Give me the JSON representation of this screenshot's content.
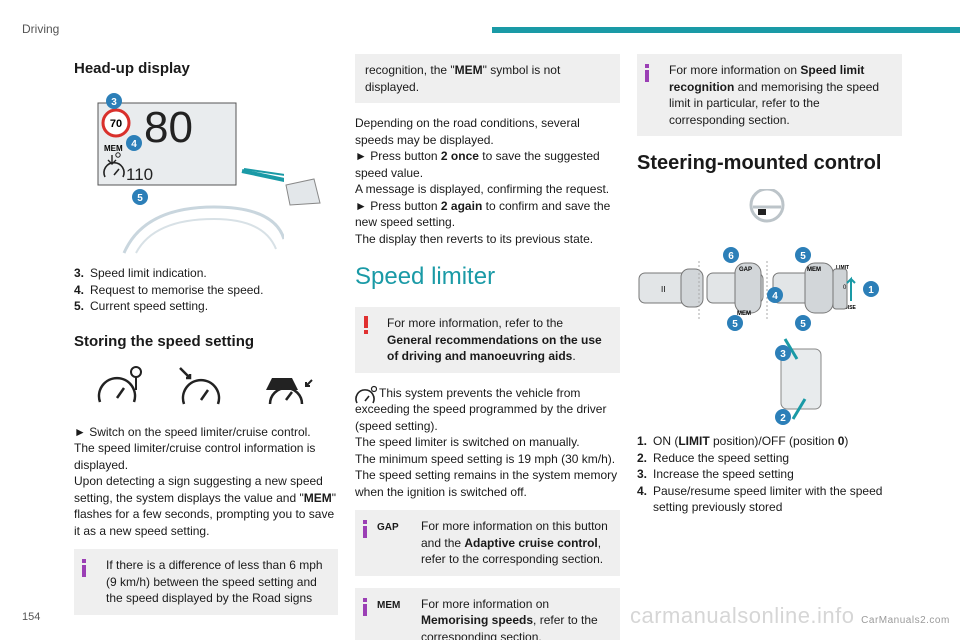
{
  "header": {
    "section": "Driving"
  },
  "page_number": "154",
  "watermark": {
    "main": "carmanualsonline.info",
    "small": "CarManuals2.com"
  },
  "col1": {
    "title_hud": "Head-up display",
    "hud": {
      "speed": "80",
      "limit": "70",
      "mem": "MEM",
      "setting": "110",
      "c3": "3",
      "c4": "4",
      "c5": "5"
    },
    "legend": [
      {
        "n": "3.",
        "text": "Speed limit indication."
      },
      {
        "n": "4.",
        "text": "Request to memorise the speed."
      },
      {
        "n": "5.",
        "text": "Current speed setting."
      }
    ],
    "title_store": "Storing the speed setting",
    "p1": "► Switch on the speed limiter/cruise control.",
    "p2": "The speed limiter/cruise control information is displayed.",
    "p3a": "Upon detecting a sign suggesting a new speed setting, the system displays the value and \"",
    "p3b": "MEM",
    "p3c": "\" flashes for a few seconds, prompting you to save it as a new speed setting.",
    "note": "If there is a difference of less than 6 mph (9 km/h) between the speed setting and the speed displayed by the Road signs"
  },
  "col2": {
    "cont_a": "recognition, the \"",
    "cont_b": "MEM",
    "cont_c": "\" symbol is not displayed.",
    "p1": "Depending on the road conditions, several speeds may be displayed.",
    "p2a": "► Press button ",
    "p2b": "2 once",
    "p2c": " to save the suggested speed value.",
    "p3": "A message is displayed, confirming the request.",
    "p4a": "► Press button ",
    "p4b": "2 again",
    "p4c": " to confirm and save the new speed setting.",
    "p5": "The display then reverts to its previous state.",
    "title": "Speed limiter",
    "warn_a": "For more information, refer to the ",
    "warn_b": "General recommendations on the use of driving and manoeuvring aids",
    "warn_c": ".",
    "desc": "This system prevents the vehicle from exceeding the speed programmed by the driver (speed setting).",
    "p6": "The speed limiter is switched on manually.",
    "p7": "The minimum speed setting is 19 mph (30 km/h).",
    "p8": "The speed setting remains in the system memory when the ignition is switched off.",
    "gap_tag": "GAP",
    "gap_a": "For more information on this button and the ",
    "gap_b": "Adaptive cruise control",
    "gap_c": ", refer to the corresponding section.",
    "mem_tag": "MEM",
    "mem_a": "For more information on ",
    "mem_b": "Memorising speeds",
    "mem_c": ", refer to the corresponding section."
  },
  "col3": {
    "note_a": "For more information on ",
    "note_b": "Speed limit recognition",
    "note_c": " and memorising the speed limit in particular, refer to the corresponding section.",
    "title": "Steering-mounted control",
    "fig": {
      "c1": "1",
      "c2": "2",
      "c3": "3",
      "c4": "4",
      "c5a": "5",
      "c5b": "5",
      "c5c": "5",
      "c6": "6",
      "gap": "GAP",
      "mem": "MEM",
      "limit": "LIMIT",
      "cruise": "CRUISE",
      "zero": "0"
    },
    "legend": [
      {
        "n": "1.",
        "a": "ON (",
        "b": "LIMIT",
        "c": " position)/OFF (position ",
        "d": "0",
        "e": ")"
      },
      {
        "n": "2.",
        "text": "Reduce the speed setting"
      },
      {
        "n": "3.",
        "text": "Increase the speed setting"
      },
      {
        "n": "4.",
        "text": "Pause/resume speed limiter with the speed setting previously stored"
      }
    ]
  },
  "colors": {
    "accent": "#1a9aa6",
    "callout": "#2c7fb8",
    "info": "#9b3fb5",
    "warning": "#e03030"
  }
}
